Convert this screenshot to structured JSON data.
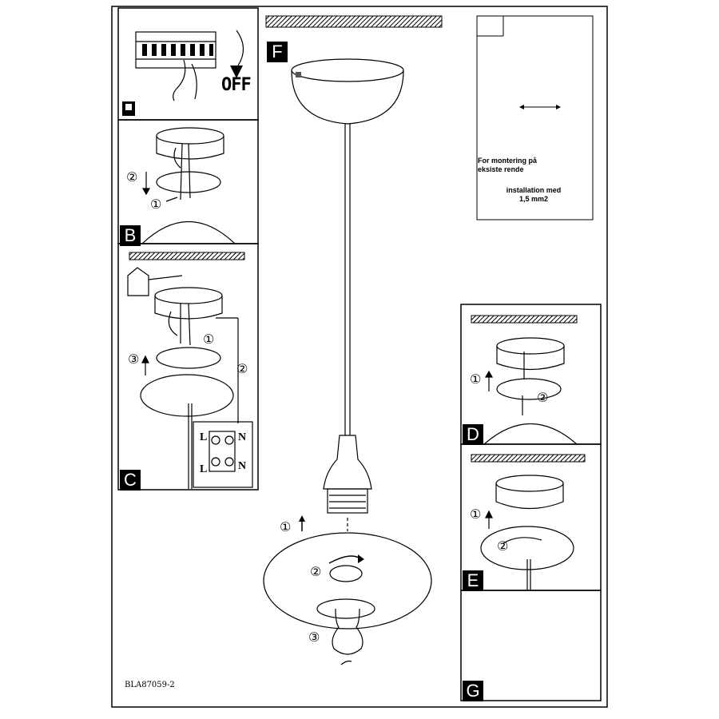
{
  "document_code": "BLA87059-2",
  "panels": {
    "a": {
      "letter": "",
      "off_label": "OFF"
    },
    "b": {
      "letter": "B",
      "steps": [
        "②",
        "①"
      ]
    },
    "c": {
      "letter": "C",
      "steps": [
        "①",
        "③",
        "②"
      ],
      "terminal_labels": [
        "L",
        "N",
        "L",
        "N"
      ]
    },
    "d": {
      "letter": "D",
      "steps": [
        "①",
        "②"
      ]
    },
    "e": {
      "letter": "E",
      "steps": [
        "①",
        "②"
      ]
    },
    "f": {
      "letter": "F",
      "steps": [
        "①",
        "②",
        "③"
      ]
    },
    "g": {
      "letter": "G"
    }
  },
  "note": {
    "line1": "For montering på",
    "line2": "eksiste rende",
    "line3": "installation med",
    "line4": "1,5 mm2"
  },
  "colors": {
    "ink": "#000000",
    "paper": "#ffffff"
  }
}
